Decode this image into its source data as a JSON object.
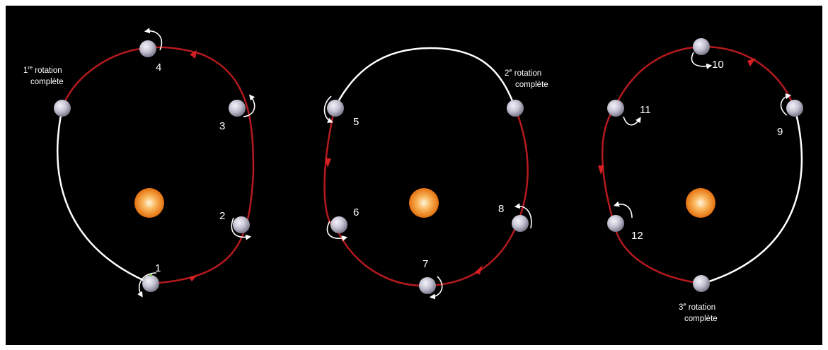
{
  "colors": {
    "background": "#000000",
    "orbit_red": "#b51a1e",
    "orbit_white": "#ffffff",
    "sun": "#f08a1c",
    "moon": "#c9c7d6"
  },
  "captions": {
    "first_a": "1",
    "first_sup": "re",
    "first_b": " rotation",
    "first_c": "complète",
    "second_a": "2",
    "second_sup": "e",
    "second_b": " rotation",
    "second_c": "complète",
    "third_a": "3",
    "third_sup": "e",
    "third_b": " rotation",
    "third_c": "complète"
  },
  "positions": [
    "1",
    "2",
    "3",
    "4",
    "5",
    "6",
    "7",
    "8",
    "9",
    "10",
    "11",
    "12"
  ]
}
